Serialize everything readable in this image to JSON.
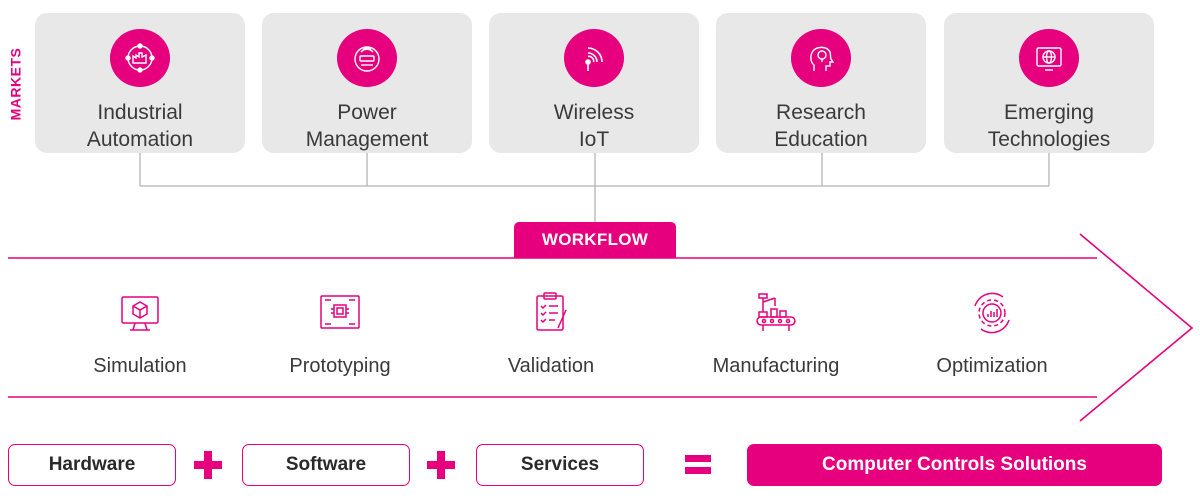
{
  "side_label": "MARKETS",
  "markets": [
    {
      "line1": "Industrial",
      "line2": "Automation",
      "icon": "factory-network-icon"
    },
    {
      "line1": "Power",
      "line2": "Management",
      "icon": "power-meter-icon"
    },
    {
      "line1": "Wireless",
      "line2": "IoT",
      "icon": "wireless-signal-icon"
    },
    {
      "line1": "Research",
      "line2": "Education",
      "icon": "idea-head-icon"
    },
    {
      "line1": "Emerging",
      "line2": "Technologies",
      "icon": "globe-screen-icon"
    }
  ],
  "workflow": {
    "label": "WORKFLOW",
    "steps": [
      {
        "label": "Simulation",
        "icon": "simulation-monitor-icon"
      },
      {
        "label": "Prototyping",
        "icon": "circuit-board-icon"
      },
      {
        "label": "Validation",
        "icon": "checklist-clipboard-icon"
      },
      {
        "label": "Manufacturing",
        "icon": "robotic-arm-conveyor-icon"
      },
      {
        "label": "Optimization",
        "icon": "gear-chart-cycle-icon"
      }
    ]
  },
  "equation": {
    "items": [
      "Hardware",
      "Software",
      "Services"
    ],
    "plus": "+",
    "equals": "=",
    "result": "Computer Controls Solutions"
  },
  "colors": {
    "accent": "#e6007e",
    "card": "#e8e8e9",
    "text": "#3a3a3a",
    "connector": "#b5b5b5"
  }
}
